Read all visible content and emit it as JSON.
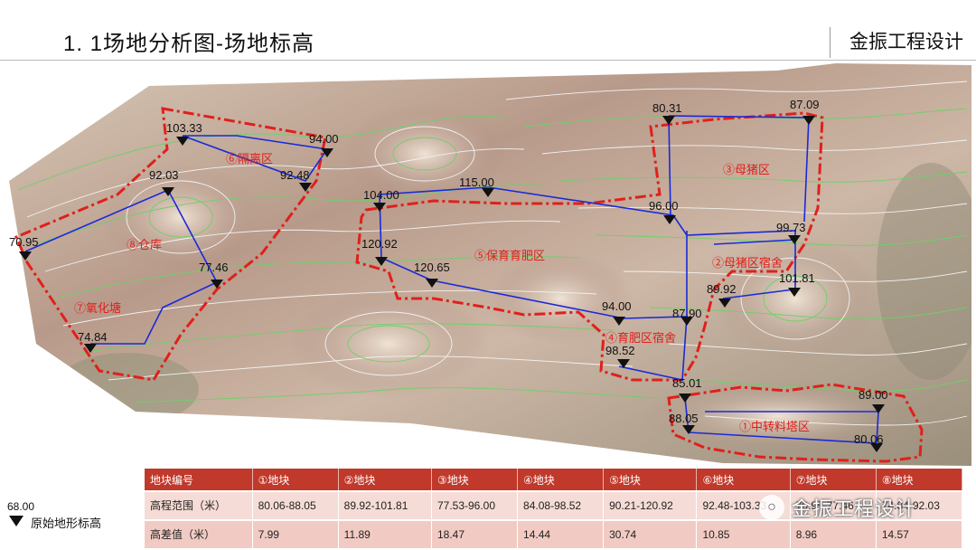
{
  "header": {
    "title": "1. 1场地分析图-场地标高",
    "company": "金振工程设计"
  },
  "colors": {
    "boundary": "#e0201b",
    "path": "#1a2ad8",
    "contour_green": "#6fcf6a",
    "contour_white": "#f2f2f2",
    "table_header": "#c0392b",
    "table_row": "#f6dcd6"
  },
  "elevations": [
    {
      "value": "103.33"
    },
    {
      "value": "94.00"
    },
    {
      "value": "92.48"
    },
    {
      "value": "92.03"
    },
    {
      "value": "70.95"
    },
    {
      "value": "77.46"
    },
    {
      "value": "74.84"
    },
    {
      "value": "104.00"
    },
    {
      "value": "115.00"
    },
    {
      "value": "120.92"
    },
    {
      "value": "120.65"
    },
    {
      "value": "80.31"
    },
    {
      "value": "87.09"
    },
    {
      "value": "96.00"
    },
    {
      "value": "99.73"
    },
    {
      "value": "89.92"
    },
    {
      "value": "101.81"
    },
    {
      "value": "94.00"
    },
    {
      "value": "87.90"
    },
    {
      "value": "98.52"
    },
    {
      "value": "85.01"
    },
    {
      "value": "88.05"
    },
    {
      "value": "89.00"
    },
    {
      "value": "80.06"
    }
  ],
  "zones": {
    "z1": "①中转料塔区",
    "z2": "②母猪区宿舍",
    "z3": "③母猪区",
    "z4": "④育肥区宿舍",
    "z5": "⑤保育育肥区",
    "z6": "⑥隔离区",
    "z7": "⑦氧化塘",
    "z8": "⑧仓库"
  },
  "legend": {
    "value": "68.00",
    "label": "原始地形标高"
  },
  "table": {
    "headers": [
      "地块编号",
      "①地块",
      "②地块",
      "③地块",
      "④地块",
      "⑤地块",
      "⑥地块",
      "⑦地块",
      "⑧地块"
    ],
    "rows": [
      [
        "高程范围（米）",
        "80.06-88.05",
        "89.92-101.81",
        "77.53-96.00",
        "84.08-98.52",
        "90.21-120.92",
        "92.48-103.33",
        "70.95-77.46",
        "74.84-92.03"
      ],
      [
        "高差值（米）",
        "7.99",
        "11.89",
        "18.47",
        "14.44",
        "30.74",
        "10.85",
        "8.96",
        "14.57"
      ]
    ]
  },
  "watermark": {
    "text": "金振工程设计"
  }
}
